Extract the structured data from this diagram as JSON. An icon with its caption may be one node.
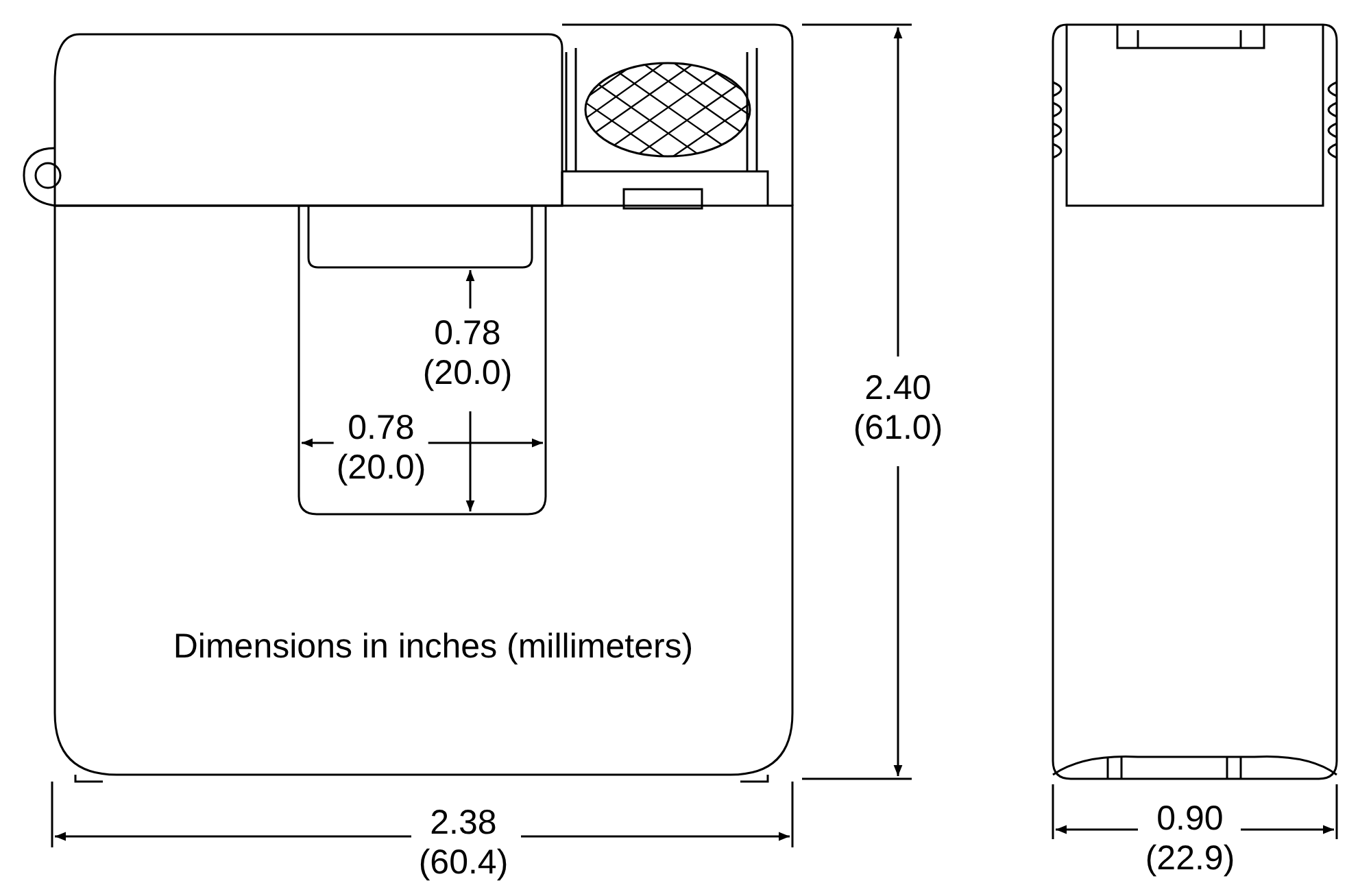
{
  "diagram": {
    "labels": [
      "0.78 (20.0)",
      "2.40 (61.0)",
      "0.78 (20.0)",
      "Dimensions in inches (millimeters)",
      "2.38 (60.4)",
      "0.90 (22.9)"
    ]
  }
}
